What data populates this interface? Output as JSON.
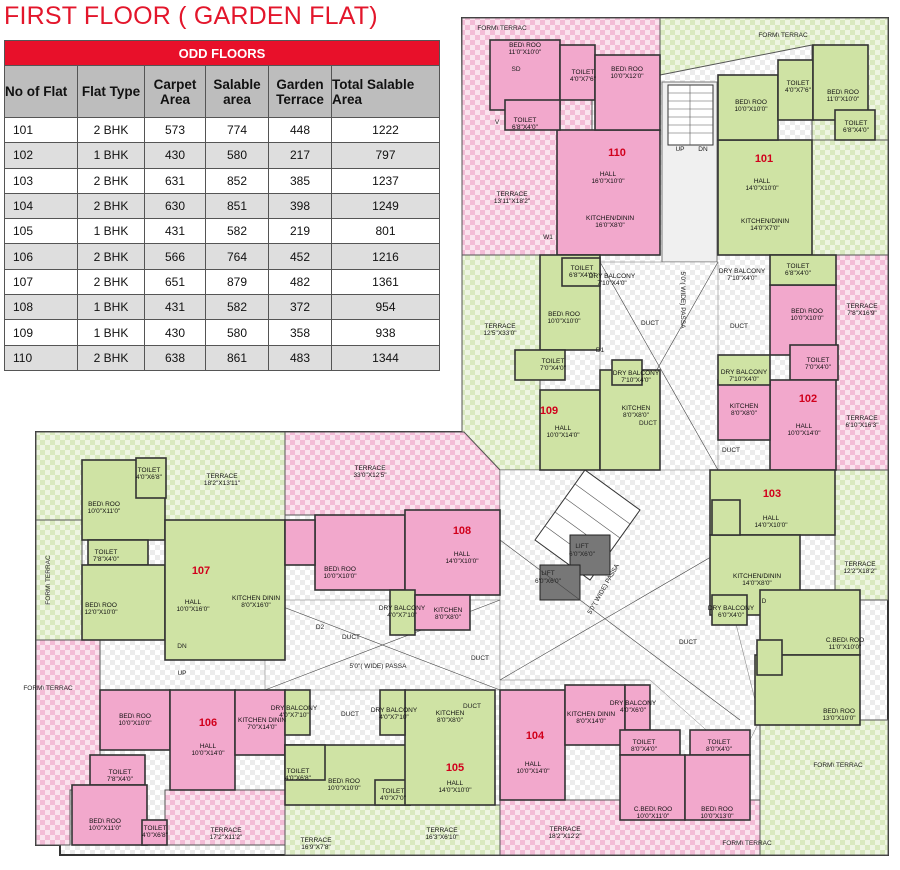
{
  "title": "FIRST FLOOR ( GARDEN FLAT)",
  "table": {
    "banner": "ODD FLOORS",
    "headers": [
      "No of Flat",
      "Flat Type",
      "Carpet Area",
      "Salable area",
      "Garden Terrace",
      "Total Salable Area"
    ],
    "rows": [
      [
        "101",
        "2 BHK",
        "573",
        "774",
        "448",
        "1222"
      ],
      [
        "102",
        "1 BHK",
        "430",
        "580",
        "217",
        "797"
      ],
      [
        "103",
        "2 BHK",
        "631",
        "852",
        "385",
        "1237"
      ],
      [
        "104",
        "2 BHK",
        "630",
        "851",
        "398",
        "1249"
      ],
      [
        "105",
        "1 BHK",
        "431",
        "582",
        "219",
        "801"
      ],
      [
        "106",
        "2 BHK",
        "566",
        "764",
        "452",
        "1216"
      ],
      [
        "107",
        "2 BHK",
        "651",
        "879",
        "482",
        "1361"
      ],
      [
        "108",
        "1 BHK",
        "431",
        "582",
        "372",
        "954"
      ],
      [
        "109",
        "1 BHK",
        "430",
        "580",
        "358",
        "938"
      ],
      [
        "110",
        "2 BHK",
        "638",
        "861",
        "483",
        "1344"
      ]
    ]
  },
  "colors": {
    "title": "#e3162b",
    "banner": "#e8102a",
    "green_flat": "#cfe3a4",
    "pink_flat": "#f2a8cc",
    "terrace_green": "#e4efcf",
    "terrace_pink": "#f7c9de",
    "wall": "#333333"
  },
  "plan": {
    "flat_numbers": [
      {
        "id": "101",
        "text": "101"
      },
      {
        "id": "102",
        "text": "102"
      },
      {
        "id": "103",
        "text": "103"
      },
      {
        "id": "104",
        "text": "104"
      },
      {
        "id": "105",
        "text": "105"
      },
      {
        "id": "106",
        "text": "106"
      },
      {
        "id": "107",
        "text": "107"
      },
      {
        "id": "108",
        "text": "108"
      },
      {
        "id": "109",
        "text": "109"
      },
      {
        "id": "110",
        "text": "110"
      }
    ],
    "room_labels": [
      {
        "name": "BED\\ ROO",
        "dim": "11'0\"X10'0\""
      },
      {
        "name": "BED\\ ROO",
        "dim": "10'0\"X12'0\""
      },
      {
        "name": "TOILET",
        "dim": "4'0\"X7'6\""
      },
      {
        "name": "TOILET",
        "dim": "6'8\"X4'0\""
      },
      {
        "name": "HALL",
        "dim": "16'0\"X10'0\""
      },
      {
        "name": "KITCHEN/DININ",
        "dim": "16'0\"X8'0\""
      },
      {
        "name": "TERRACE",
        "dim": "13'11\"X18'2\""
      },
      {
        "name": "BED\\ ROO",
        "dim": "10'0\"X10'0\""
      },
      {
        "name": "BED\\ ROO",
        "dim": "11'0\"X10'0\""
      },
      {
        "name": "TOILET",
        "dim": "4'0\"X7'6\""
      },
      {
        "name": "TOILET",
        "dim": "6'8\"X4'0\""
      },
      {
        "name": "HALL",
        "dim": "14'0\"X10'0\""
      },
      {
        "name": "KITCHEN/DININ",
        "dim": "14'0\"X7'0\""
      },
      {
        "name": "TOILET",
        "dim": "6'8\"X4'0\""
      },
      {
        "name": "DRY BALCONY",
        "dim": "7'10\"X4'0\""
      },
      {
        "name": "BED\\ ROO",
        "dim": "10'0\"X10'0\""
      },
      {
        "name": "TERRACE",
        "dim": "12'5\"X33'0\""
      },
      {
        "name": "TOILET",
        "dim": "7'0\"X4'0\""
      },
      {
        "name": "DRY BALCONY",
        "dim": "7'10\"X4'0\""
      },
      {
        "name": "HALL",
        "dim": "10'0\"X14'0\""
      },
      {
        "name": "KITCHEN",
        "dim": "8'0\"X8'0\""
      },
      {
        "name": "DRY BALCONY",
        "dim": "7'10\"X4'0\""
      },
      {
        "name": "TOILET",
        "dim": "6'8\"X4'0\""
      },
      {
        "name": "BED\\ ROO",
        "dim": "10'0\"X10'0\""
      },
      {
        "name": "TERRACE",
        "dim": "7'8\"X16'9\""
      },
      {
        "name": "TOILET",
        "dim": "7'0\"X4'0\""
      },
      {
        "name": "DRY BALCONY",
        "dim": "7'10\"X4'0\""
      },
      {
        "name": "KITCHEN",
        "dim": "8'0\"X8'0\""
      },
      {
        "name": "HALL",
        "dim": "10'0\"X14'0\""
      },
      {
        "name": "TERRACE",
        "dim": "6'10\"X16'3\""
      },
      {
        "name": "TERRACE",
        "dim": "18'2\"X13'11\""
      },
      {
        "name": "TOILET",
        "dim": "4'0\"X6'8\""
      },
      {
        "name": "BED\\ ROO",
        "dim": "10'0\"X11'0\""
      },
      {
        "name": "TOILET",
        "dim": "7'8\"X4'0\""
      },
      {
        "name": "HALL",
        "dim": "10'0\"X16'0\""
      },
      {
        "name": "KITCHEN DININ",
        "dim": "8'0\"X16'0\""
      },
      {
        "name": "BED\\ ROO",
        "dim": "12'0\"X10'0\""
      },
      {
        "name": "TERRACE",
        "dim": "33'0\"X12'5\""
      },
      {
        "name": "BED\\ ROO",
        "dim": "10'0\"X10'0\""
      },
      {
        "name": "HALL",
        "dim": "14'0\"X10'0\""
      },
      {
        "name": "DRY BALCONY",
        "dim": "4'0\"X7'10\""
      },
      {
        "name": "KITCHEN",
        "dim": "8'0\"X8'0\""
      },
      {
        "name": "HALL",
        "dim": "14'0\"X10'0\""
      },
      {
        "name": "KITCHEN/DININ",
        "dim": "14'0\"X8'0\""
      },
      {
        "name": "DRY BALCONY",
        "dim": "6'0\"X4'0\""
      },
      {
        "name": "TERRACE",
        "dim": "12'2\"X18'2\""
      },
      {
        "name": "C.BED\\ ROO",
        "dim": "11'0\"X10'0\""
      },
      {
        "name": "BED\\ ROO",
        "dim": "13'0\"X10'0\""
      },
      {
        "name": "BED\\ ROO",
        "dim": "10'0\"X10'0\""
      },
      {
        "name": "HALL",
        "dim": "10'0\"X14'0\""
      },
      {
        "name": "KITCHEN DININ",
        "dim": "7'0\"X14'0\""
      },
      {
        "name": "TOILET",
        "dim": "7'8\"X4'0\""
      },
      {
        "name": "BED\\ ROO",
        "dim": "10'0\"X11'0\""
      },
      {
        "name": "TOILET",
        "dim": "4'0\"X6'8\""
      },
      {
        "name": "TERRACE",
        "dim": "17'2\"X11'2\""
      },
      {
        "name": "DRY BALCONY",
        "dim": "4'0\"X7'10\""
      },
      {
        "name": "DRY BALCONY",
        "dim": "4'0\"X7'10\""
      },
      {
        "name": "KITCHEN",
        "dim": "8'0\"X8'0\""
      },
      {
        "name": "HALL",
        "dim": "14'0\"X10'0\""
      },
      {
        "name": "TOILET",
        "dim": "4'0\"X6'8\""
      },
      {
        "name": "BED\\ ROO",
        "dim": "10'0\"X10'0\""
      },
      {
        "name": "TOILET",
        "dim": "4'0\"X7'0\""
      },
      {
        "name": "TERRACE",
        "dim": "16'9\"X7'8\""
      },
      {
        "name": "TERRACE",
        "dim": "16'3\"X6'10\""
      },
      {
        "name": "KITCHEN DININ",
        "dim": "8'0\"X14'0\""
      },
      {
        "name": "DRY BALCONY",
        "dim": "4'0\"X6'0\""
      },
      {
        "name": "HALL",
        "dim": "10'0\"X14'0\""
      },
      {
        "name": "TOILET",
        "dim": "8'0\"X4'0\""
      },
      {
        "name": "TOILET",
        "dim": "8'0\"X4'0\""
      },
      {
        "name": "C.BED\\ ROO",
        "dim": "10'0\"X11'0\""
      },
      {
        "name": "BED\\ ROO",
        "dim": "10'0\"X13'0\""
      },
      {
        "name": "TERRACE",
        "dim": "18'2\"X12'2\""
      }
    ],
    "misc_labels": [
      "FORM\\ TERRAC",
      "FORM\\ TERRAC",
      "FORM\\ TERRAC",
      "FORM\\ TERRAC",
      "FORM\\ TERRAC",
      "FORM\\ TERRAC",
      "5'0\"( WIDE) PASSA",
      "5'0\"( WIDE) PASSA",
      "5'0\"( WIDE) PASSA",
      "LIFT",
      "6'0\"X6'0\"",
      "LIFT",
      "6'0\"X6'0\"",
      "DUCT",
      "DUCT",
      "DUCT",
      "DUCT",
      "DUCT",
      "DUCT",
      "DUCT",
      "DUCT",
      "DUCT",
      "UP",
      "DN",
      "UP",
      "DN",
      "SD",
      "W1",
      "D",
      "D1",
      "D2",
      "V"
    ]
  }
}
